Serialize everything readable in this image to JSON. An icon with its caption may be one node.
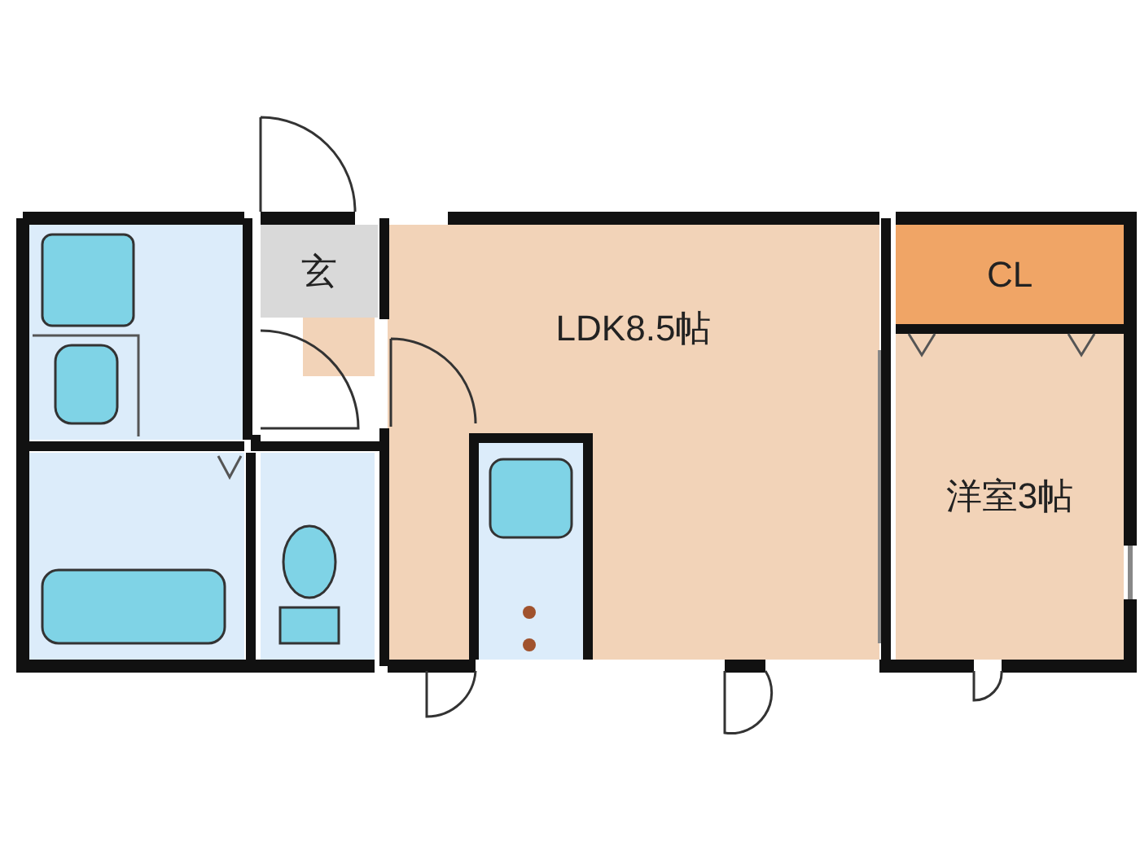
{
  "diagram": {
    "nodes": [
      {
        "text": [
          "玄"
        ]
      },
      {
        "text": [
          "LDK8.5帖"
        ]
      },
      {
        "text": [
          "CL"
        ]
      },
      {
        "text": [
          "洋室3帖"
        ]
      }
    ]
  }
}
